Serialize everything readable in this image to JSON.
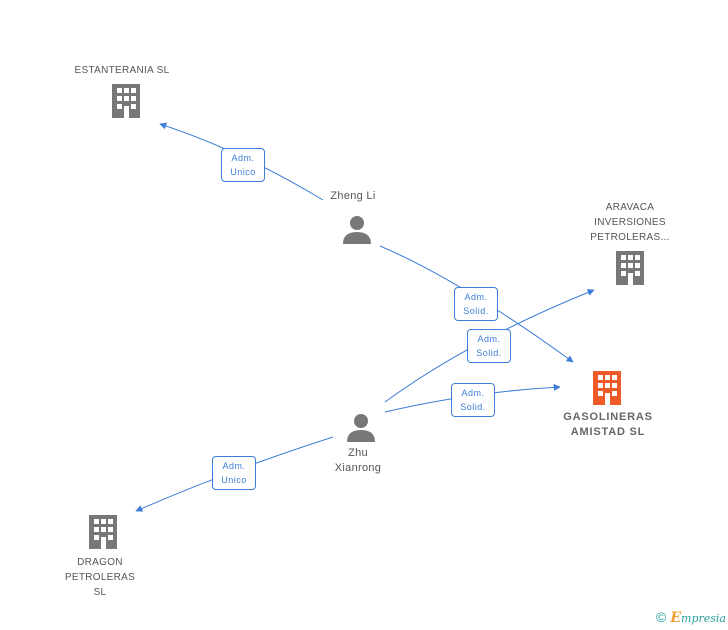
{
  "nodes": {
    "estanterania": {
      "label": "ESTANTERANIA SL",
      "kind": "company",
      "color": "#777777"
    },
    "aravaca": {
      "label_lines": [
        "ARAVACA",
        "INVERSIONES",
        "PETROLERAS..."
      ],
      "kind": "company",
      "color": "#777777"
    },
    "gasolineras": {
      "label_lines": [
        "GASOLINERAS",
        "AMISTAD SL"
      ],
      "kind": "company",
      "color": "#f05a28",
      "highlight": true
    },
    "dragon": {
      "label_lines": [
        "DRAGON",
        "PETROLERAS",
        "SL"
      ],
      "kind": "company",
      "color": "#777777"
    },
    "zheng_li": {
      "label": "Zheng Li",
      "kind": "person",
      "color": "#777777"
    },
    "zhu_xianrong": {
      "label_lines": [
        "Zhu",
        "Xianrong"
      ],
      "kind": "person",
      "color": "#777777"
    }
  },
  "edges": [
    {
      "from": "zheng_li",
      "to": "estanterania",
      "label": [
        "Adm.",
        "Unico"
      ]
    },
    {
      "from": "zheng_li",
      "to": "gasolineras",
      "label": [
        "Adm.",
        "Solid."
      ]
    },
    {
      "from": "zhu_xianrong",
      "to": "aravaca",
      "label": [
        "Adm.",
        "Solid."
      ]
    },
    {
      "from": "zhu_xianrong",
      "to": "gasolineras",
      "label": [
        "Adm.",
        "Solid."
      ]
    },
    {
      "from": "zhu_xianrong",
      "to": "dragon",
      "label": [
        "Adm.",
        "Unico"
      ]
    }
  ],
  "edge_color": "#3b7dd8",
  "footer": {
    "copyright_symbol": "©",
    "brand_first": "E",
    "brand_rest": "mpresia"
  }
}
